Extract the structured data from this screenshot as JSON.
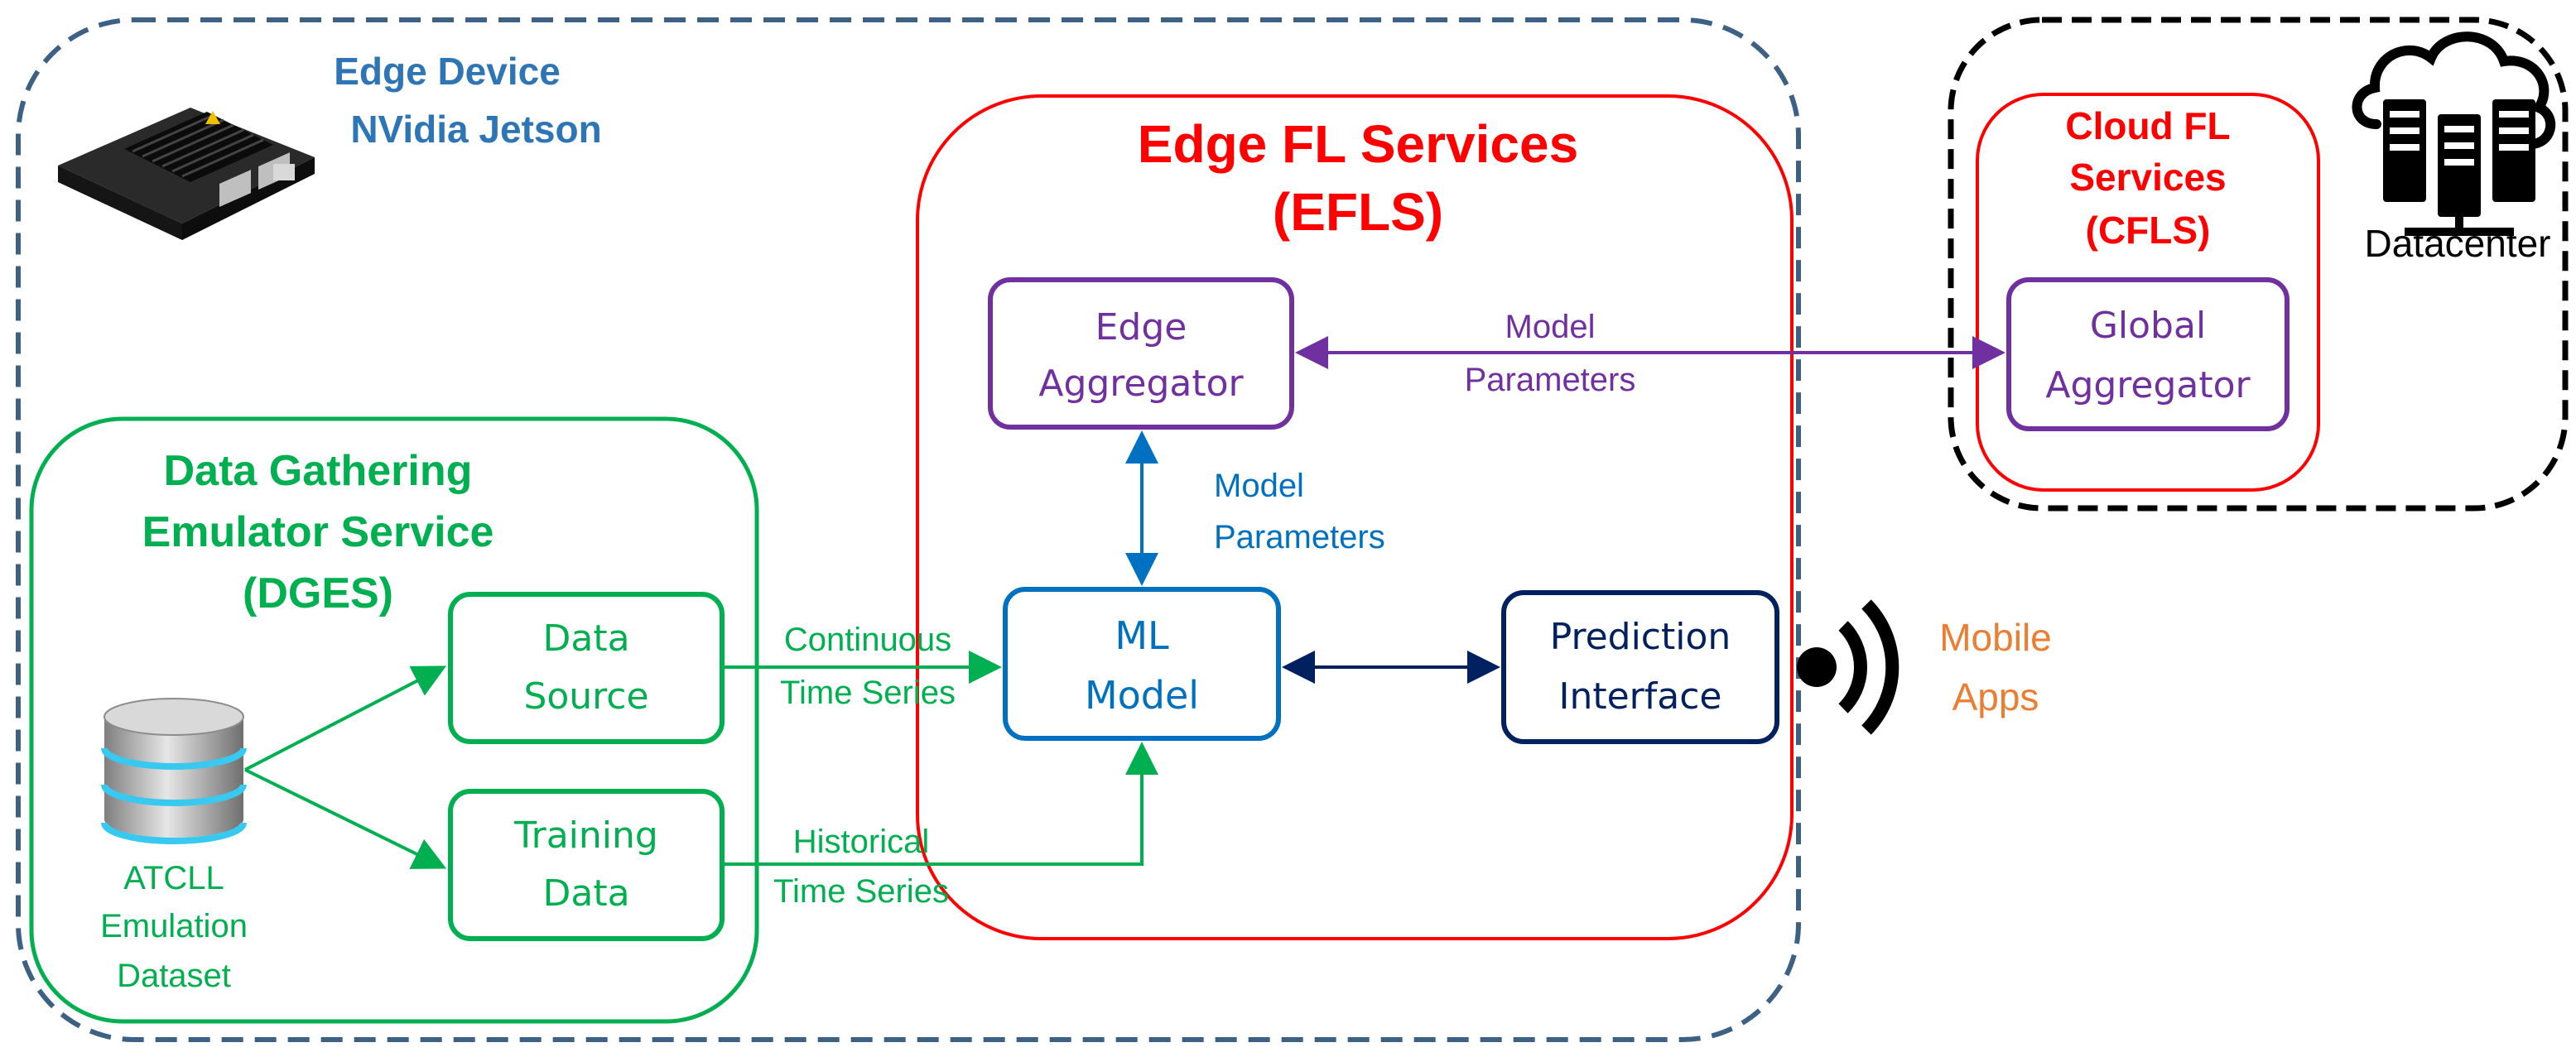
{
  "colors": {
    "edge_device": "#2e75b6",
    "edge_device_border": "#3d6185",
    "efls": "#ff0000",
    "dges": "#00b050",
    "aggregator": "#7030a0",
    "ml_model": "#0070c0",
    "prediction": "#002060",
    "mobile": "#ed7d31",
    "datacenter_border": "#000000"
  },
  "edge_device": {
    "title_line1": "Edge Device",
    "title_line2": "NVidia Jetson",
    "image_icon": "nvidia-jetson-board-icon"
  },
  "efls": {
    "title_line1": "Edge FL Services",
    "title_line2": "(EFLS)"
  },
  "cfls": {
    "title_line1": "Cloud FL",
    "title_line2": "Services",
    "title_line3": "(CFLS)"
  },
  "datacenter": {
    "label": "Datacenter",
    "icon": "cloud-servers-icon"
  },
  "dges": {
    "title_line1": "Data Gathering",
    "title_line2": "Emulator Service",
    "title_line3": "(DGES)"
  },
  "dataset": {
    "icon": "database-icon",
    "line1": "ATCLL",
    "line2": "Emulation",
    "line3": "Dataset"
  },
  "boxes": {
    "edge_aggregator": {
      "line1": "Edge",
      "line2": "Aggregator"
    },
    "global_aggregator": {
      "line1": "Global",
      "line2": "Aggregator"
    },
    "ml_model": {
      "line1": "ML",
      "line2": "Model"
    },
    "prediction_interface": {
      "line1": "Prediction",
      "line2": "Interface"
    },
    "data_source": {
      "line1": "Data",
      "line2": "Source"
    },
    "training_data": {
      "line1": "Training",
      "line2": "Data"
    }
  },
  "edges": {
    "model_params_cloud": {
      "line1": "Model",
      "line2": "Parameters"
    },
    "model_params_edge": {
      "line1": "Model",
      "line2": "Parameters"
    },
    "continuous": {
      "line1": "Continuous",
      "line2": "Time Series"
    },
    "historical": {
      "line1": "Historical",
      "line2": "Time Series"
    }
  },
  "mobile": {
    "icon": "wireless-signal-icon",
    "line1": "Mobile",
    "line2": "Apps"
  }
}
